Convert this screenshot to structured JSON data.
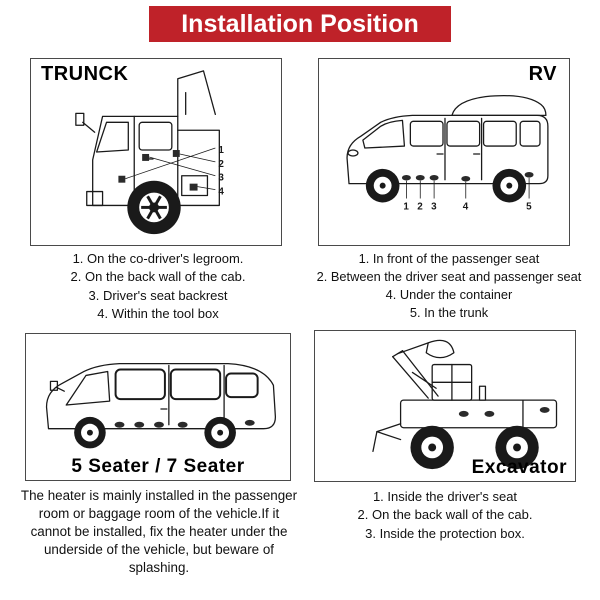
{
  "title": "Installation Position",
  "colors": {
    "banner": "#bf2229",
    "banner_text": "#ffffff",
    "line": "#1a1a1a"
  },
  "sections": {
    "truck": {
      "label": "TRUNCK",
      "callouts": [
        "1",
        "2",
        "3",
        "4"
      ],
      "items": [
        "1. On the co-driver's legroom.",
        "2. On the back wall of the cab.",
        "3. Driver's seat backrest",
        "4. Within the tool box"
      ]
    },
    "rv": {
      "label": "RV",
      "callouts": [
        "1",
        "2",
        "3",
        "4",
        "5"
      ],
      "items": [
        "1. In front of the passenger seat",
        "2. Between the driver seat and passenger seat",
        "4. Under the container",
        "5. In the trunk"
      ]
    },
    "seater": {
      "label": "5 Seater / 7 Seater",
      "paragraph": "The heater is mainly installed in the passenger room or baggage room of the vehicle.If it cannot be installed, fix the heater under the underside of the vehicle, but beware of splashing."
    },
    "excavator": {
      "label": "Excavator",
      "items": [
        "1. Inside the driver's seat",
        "2. On the back wall of the cab.",
        "3. Inside the protection box."
      ]
    }
  }
}
